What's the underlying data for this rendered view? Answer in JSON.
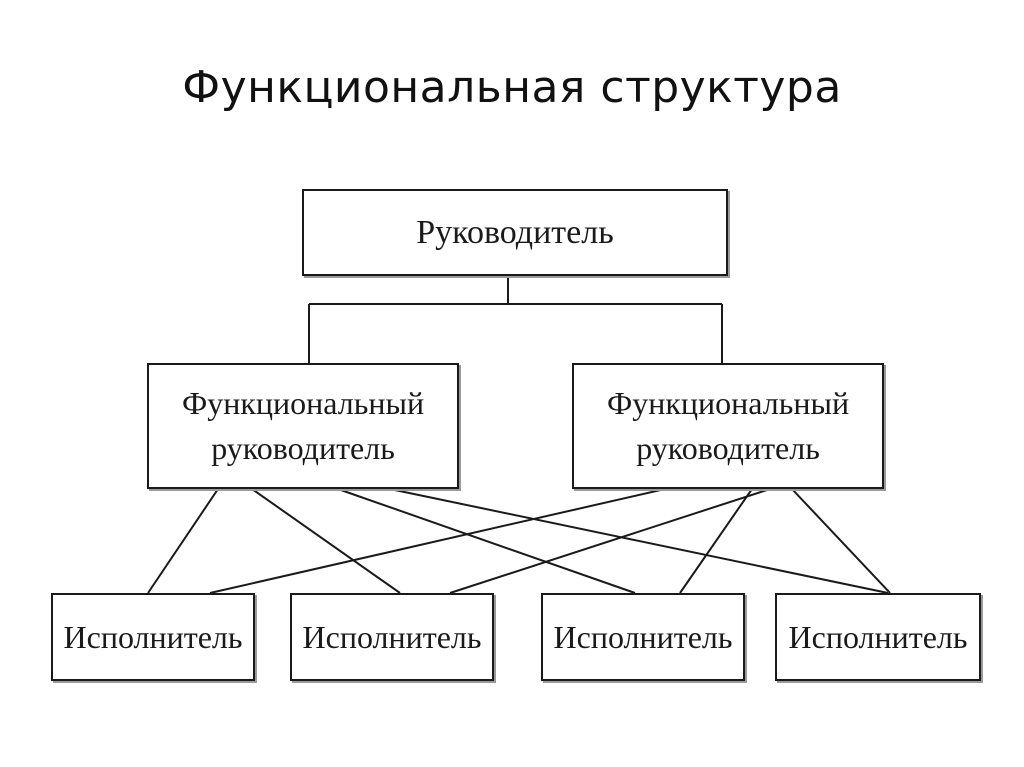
{
  "slide": {
    "title": "Функциональная структура"
  },
  "diagram": {
    "head": {
      "label": "Руководитель"
    },
    "functional_managers": [
      {
        "line1": "Функциональный",
        "line2": "руководитель"
      },
      {
        "line1": "Функциональный",
        "line2": "руководитель"
      }
    ],
    "executors": [
      {
        "label": "Исполнитель"
      },
      {
        "label": "Исполнитель"
      },
      {
        "label": "Исполнитель"
      },
      {
        "label": "Исполнитель"
      }
    ],
    "colors": {
      "line": "#1a1a1a",
      "shadow": "#9a9a9a",
      "background": "#ffffff"
    }
  }
}
